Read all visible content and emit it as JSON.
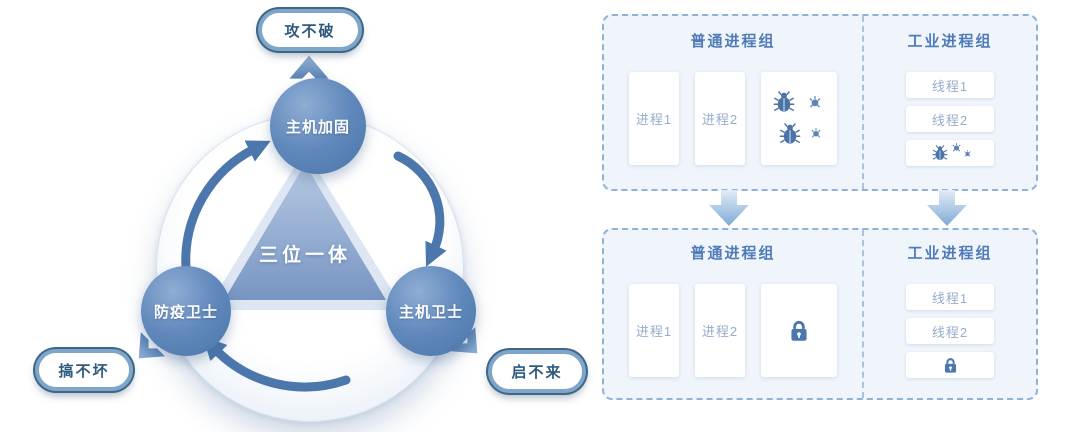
{
  "diagram": {
    "center_label": "三位一体",
    "nodes": {
      "top": "主机加固",
      "left": "防疫卫士",
      "right": "主机卫士"
    },
    "callouts": {
      "top": "攻不破",
      "left": "搞不坏",
      "right": "启不来"
    }
  },
  "panels": {
    "before": {
      "normal": {
        "title": "普通进程组",
        "card1": "进程1",
        "card2": "进程2",
        "card3_icon": "bugs"
      },
      "industrial": {
        "title": "工业进程组",
        "card1": "线程1",
        "card2": "线程2",
        "card3_icon": "bugs"
      }
    },
    "after": {
      "normal": {
        "title": "普通进程组",
        "card1": "进程1",
        "card2": "进程2",
        "card3_icon": "lock"
      },
      "industrial": {
        "title": "工业进程组",
        "card1": "线程1",
        "card2": "线程2",
        "card3_icon": "lock"
      }
    }
  },
  "icons": {
    "threat": "bug-icon",
    "threat_small": "virus-icon",
    "protected": "lock-icon",
    "flow": "down-arrow-icon",
    "cycle": "curved-arrow-icon",
    "pointer": "chevron-arrow-icon"
  },
  "colors": {
    "accent_blue": "#4c77ad",
    "node_blue": "#5c84b8",
    "triangle_top": "#b7c9e2",
    "triangle_bottom": "#7795c3",
    "panel_bg": "#f0f5fb",
    "dashed_border": "#8fb2d9",
    "card_text": "#94accb",
    "header_text": "#4f7cb8",
    "callout_text": "#2f5a7e",
    "callout_border": "#7fa6c8"
  }
}
